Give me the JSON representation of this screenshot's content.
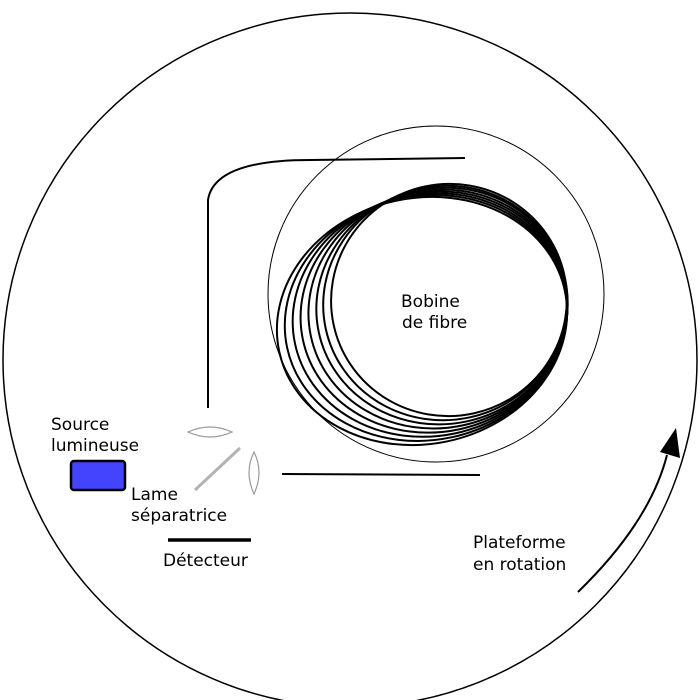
{
  "labels": {
    "coil_line1": "Bobine",
    "coil_line2": "de fibre",
    "source_line1": "Source",
    "source_line2": "lumineuse",
    "splitter_line1": "Lame",
    "splitter_line2": "séparatrice",
    "detector": "Détecteur",
    "platform_line1": "Plateforme",
    "platform_line2": "en rotation"
  },
  "colors": {
    "source_fill": "#4444ff",
    "stroke": "#000000",
    "splitter": "#b3b3b3",
    "lens": "#999999"
  },
  "icons": {
    "source": "light-source-rectangle",
    "rotation": "curved-arrow-icon"
  }
}
